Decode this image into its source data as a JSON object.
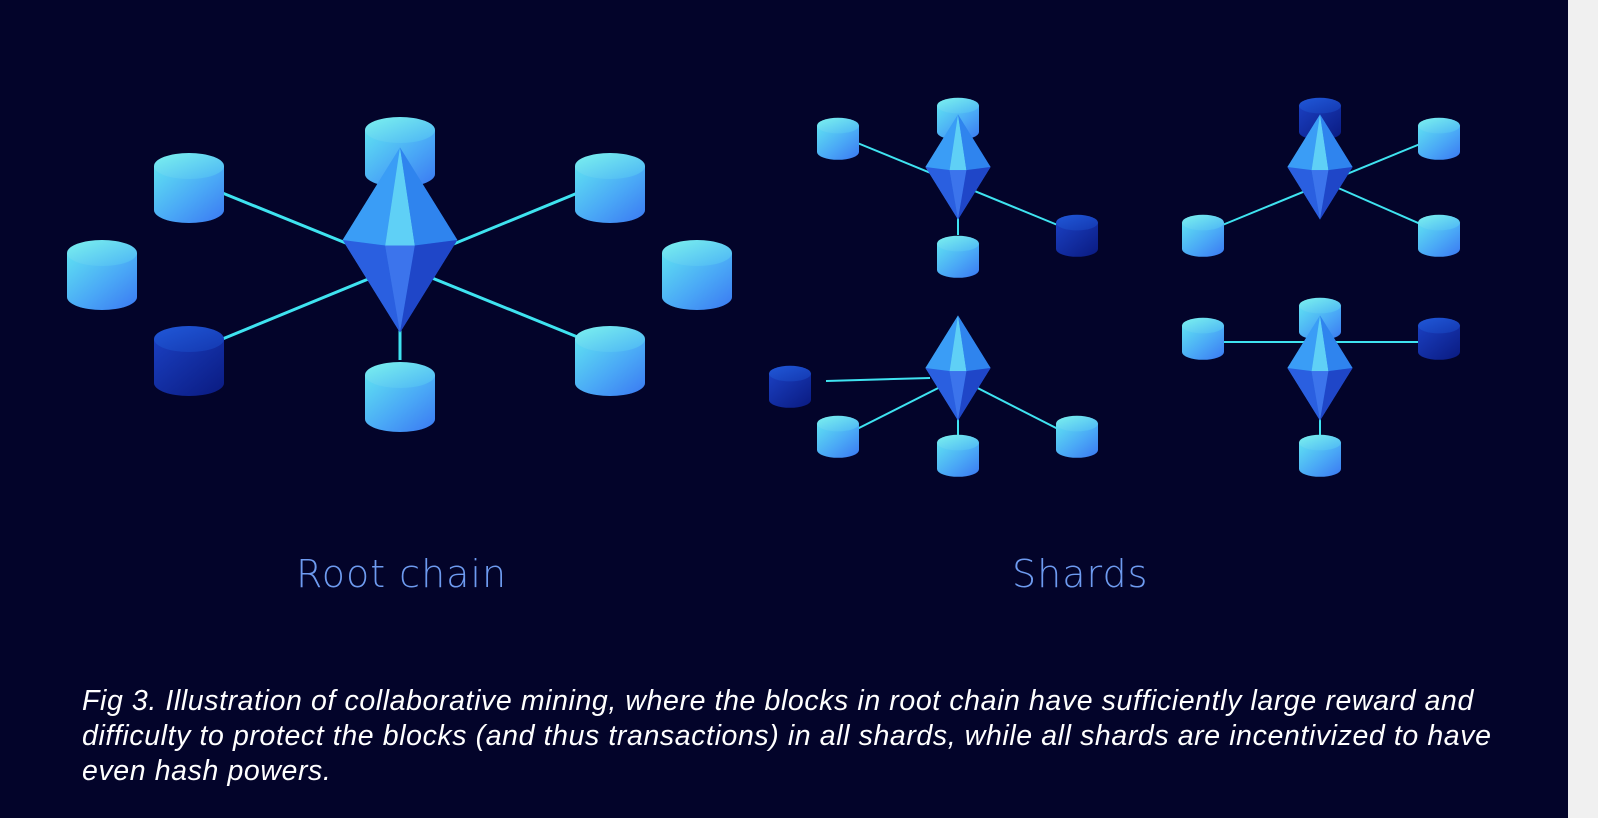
{
  "labels": {
    "root": "Root chain",
    "shards": "Shards"
  },
  "caption": "Fig 3. Illustration of collaborative mining, where the blocks in root chain have sufficiently large reward and difficulty to protect the blocks (and thus transactions) in all shards, while all shards are incentivized to have even hash powers.",
  "colors": {
    "background": "#03042a",
    "label": "#6e9bf0",
    "caption": "#ffffff",
    "link": "#3fe3f0",
    "node_light_top": "#7ff5f0",
    "node_light_bottom": "#3a7ff5",
    "node_dark_top": "#1b4fd0",
    "node_dark_bottom": "#0a1c8a",
    "crystal": "#2f74e8"
  },
  "icons": {
    "block": "database-cylinder-icon",
    "miner": "diamond-crystal-icon"
  }
}
